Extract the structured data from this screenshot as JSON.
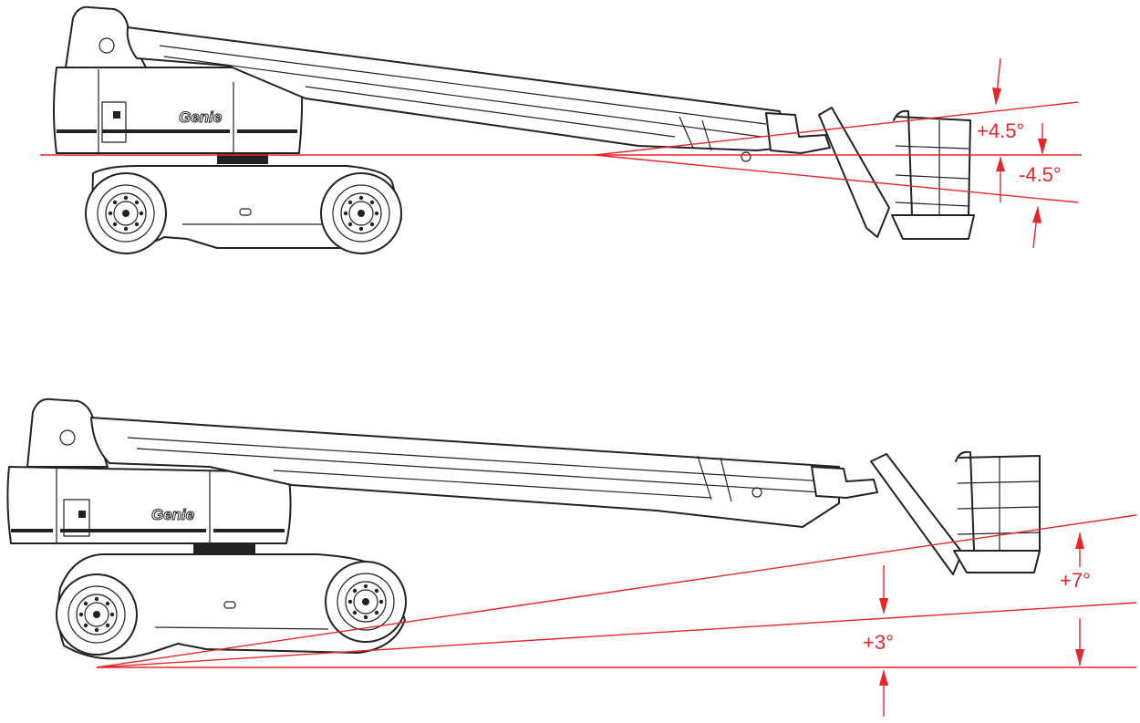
{
  "figure": {
    "brand_text": "Genie",
    "line_color": "#222222",
    "accent_color": "#e8262a",
    "top_view": {
      "angles": [
        {
          "label": "+4.5°",
          "value_deg": 4.5
        },
        {
          "label": "-4.5°",
          "value_deg": -4.5
        }
      ]
    },
    "bottom_view": {
      "angles": [
        {
          "label": "+3°",
          "value_deg": 3
        },
        {
          "label": "+7°",
          "value_deg": 7
        }
      ]
    }
  }
}
